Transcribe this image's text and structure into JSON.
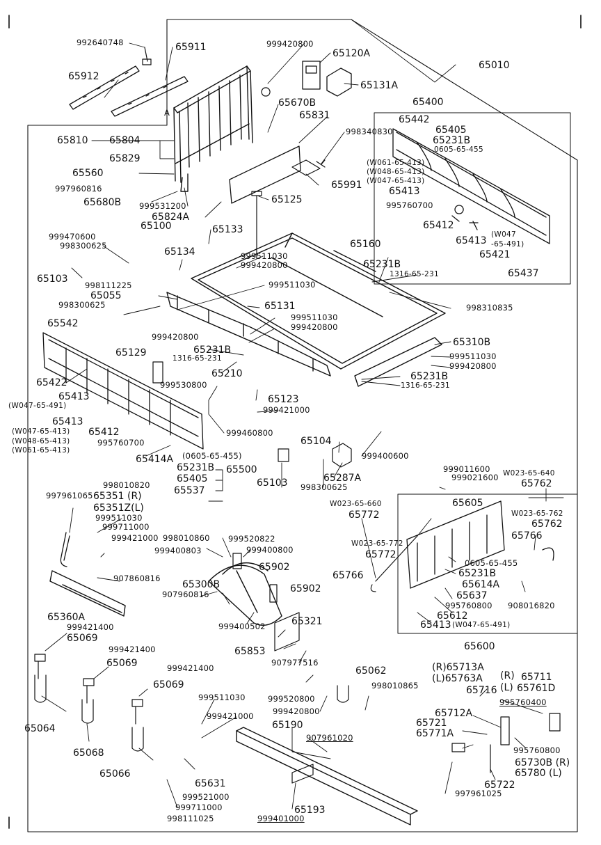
{
  "diagram": {
    "parts": {
      "p992640748": "992640748",
      "p65911": "65911",
      "p65912": "65912",
      "p999420800_top": "999420800",
      "p65120A": "65120A",
      "p65131A": "65131A",
      "p65010": "65010",
      "p65400": "65400",
      "p65442": "65442",
      "p65405_r": "65405",
      "p65231B_r": "65231B",
      "p0605_r": "0605-65-455",
      "pW061_r": "(W061-65-413)",
      "pW048_r": "(W048-65-413)",
      "pW047_r": "(W047-65-413)",
      "p65413_r1": "65413",
      "p995760700_r": "995760700",
      "p65412_r": "65412",
      "p65413_r2": "65413",
      "pW047_491_r1": "(W047",
      "pW047_491_r2": "-65-491)",
      "p65421": "65421",
      "p65437": "65437",
      "pA": "A",
      "p65670B": "65670B",
      "p65831": "65831",
      "p998340830": "998340830",
      "p65810": "65810",
      "p65804": "65804",
      "p65829": "65829",
      "p65560": "65560",
      "p997960816": "997960816",
      "p65680B": "65680B",
      "p999531200": "999531200",
      "p65824A": "65824A",
      "p65100": "65100",
      "p65125": "65125",
      "p65991": "65991",
      "p999470600": "999470600",
      "p998300625_a": "998300625",
      "p65103_a": "65103",
      "p65133": "65133",
      "p65134": "65134",
      "p999511030_a": "999511030",
      "p999420800_a": "999420800",
      "p998111225": "998111225",
      "p65055": "65055",
      "p998300625_b": "998300625",
      "p999511030_b": "999511030",
      "p65131": "65131",
      "p65160": "65160",
      "p65231B_c": "65231B",
      "p1316_c": "1316-65-231",
      "p998310835": "998310835",
      "p65542": "65542",
      "p999420800_b": "999420800",
      "p999511030_c": "999511030",
      "p999420800_c": "999420800",
      "p65310B": "65310B",
      "p999511030_d": "999511030",
      "p999420800_d": "999420800",
      "p65231B_d": "65231B",
      "p1316_d": "1316-65-231",
      "p65231B_e": "65231B",
      "p1316_e": "1316-65-231",
      "p65210": "65210",
      "p65129": "65129",
      "p65422": "65422",
      "p999530800": "999530800",
      "p65413_l1": "65413",
      "pW047_491_l": "(W047-65-491)",
      "p65413_l2": "65413",
      "pW047_413_l": "(W047-65-413)",
      "p65412_l": "65412",
      "p995760700_l": "995760700",
      "pW048_l": "(W048-65-413)",
      "pW061_l": "(W061-65-413)",
      "p65123": "65123",
      "p999421000_a": "999421000",
      "p999460800": "999460800",
      "p65104": "65104",
      "p999400600": "999400600",
      "p65414A": "65414A",
      "p0605_l": "(0605-65-455)",
      "p65231B_l": "65231B",
      "p65405_l": "65405",
      "p65500": "65500",
      "p65537": "65537",
      "p998010820": "998010820",
      "p65103_b": "65103",
      "p65287A": "65287A",
      "p998300625_c": "998300625",
      "p999011600": "999011600",
      "p999021600": "999021600",
      "pW023_640": "W023-65-640",
      "p65762_a": "65762",
      "p997961065": "997961065",
      "p65351R": "65351 (R)",
      "p65351ZL": "65351Z(L)",
      "p999511030_e": "999511030",
      "p999711000_a": "999711000",
      "p999421000_b": "999421000",
      "pW023_660": "W023-65-660",
      "p65772_a": "65772",
      "p65605": "65605",
      "pW023_762": "W023-65-762",
      "p65762_b": "65762",
      "p65766_r": "65766",
      "pW023_772": "W023-65-772",
      "p65772_b": "65772",
      "p998010860": "998010860",
      "p999520822": "999520822",
      "p999400803": "999400803",
      "p999400800_a": "999400800",
      "p65902_a": "65902",
      "p65766_l": "65766",
      "p0605_b": "0605-65-455",
      "p65231B_b": "65231B",
      "p65614A": "65614A",
      "p907860816": "907860816",
      "p65300B": "65300B",
      "p65902_b": "65902",
      "p907960816": "907960816",
      "p65637": "65637",
      "p995760800": "995760800",
      "p65612": "65612",
      "p908016820": "908016820",
      "p65360A": "65360A",
      "p999421400_a": "999421400",
      "p65069_a": "65069",
      "p999400502": "999400502",
      "p65321": "65321",
      "p65413_b": "65413",
      "pW047_491_b": "(W047-65-491)",
      "p65853": "65853",
      "p907977516": "907977516",
      "p65600": "65600",
      "p999421400_b": "999421400",
      "p65069_b": "65069",
      "p999421400_c": "999421400",
      "p65069_c": "65069",
      "p65062": "65062",
      "p998010865": "998010865",
      "p999520800": "999520800",
      "p999420800_e": "999420800",
      "pR65713A": "(R)65713A",
      "pL65763A": "(L)65763A",
      "pR_small": "(R)",
      "p65711": "65711",
      "pL_small": "(L)",
      "p65761D": "65761D",
      "p65716": "65716",
      "p995760400": "995760400",
      "p65064": "65064",
      "p65068": "65068",
      "p65066": "65066",
      "p999511030_f": "999511030",
      "p999421000_c": "999421000",
      "p65190": "65190",
      "p907961020": "907961020",
      "p65712A": "65712A",
      "p65721": "65721",
      "p65771A": "65771A",
      "p995760800_b": "995760800",
      "p65730B": "65730B (R)",
      "p65780": "65780  (L)",
      "p65722": "65722",
      "p65631": "65631",
      "p999521000": "999521000",
      "p999711000_b": "999711000",
      "p998111025": "998111025",
      "p65193": "65193",
      "p999401000": "999401000",
      "p997961025": "997961025"
    }
  }
}
